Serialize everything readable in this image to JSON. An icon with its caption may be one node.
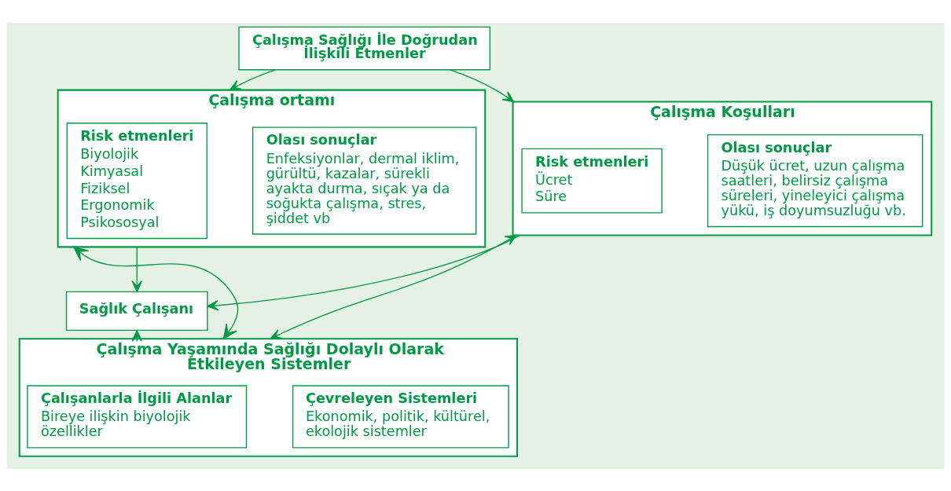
{
  "diagram": {
    "nodes": [
      {
        "text": [
          "Çalışma ortamı"
        ]
      },
      {
        "text": [
          "Risk etmenleri",
          "Biyolojik",
          "Kimyasal",
          "Fiziksel",
          "Ergonomik",
          "Psikososyal"
        ],
        "in": 0
      },
      {
        "text": [
          "Olası sonuçlar",
          "Enfeksiyonlar, dermal iklim, gürültü, kazalar, sürekli ayakta durma, sıçak ya da soğukta çalışma, stres, şiddet vb"
        ],
        "in": 0
      },
      {
        "text": [
          "Çalışma Sağlığı İle Doğrudan İlişkili Etmenler"
        ]
      },
      {
        "text": [
          "Çalışma Koşulları"
        ]
      },
      {
        "text": [
          "Risk etmenleri",
          "Ücret",
          "Süre"
        ],
        "in": 4
      },
      {
        "text": [
          "Olası sonuçlar",
          "Düşük ücret, uzun çalışma saatleri, belirsiz çalışma süreleri, yineleyici çalışma yükü, iş doyumsuzluğu vb."
        ],
        "in": 4
      },
      {
        "text": [
          "Sağlık Çalışanı"
        ]
      },
      {
        "text": [
          "Çalışma Yaşamında Sağlığı Dolaylı Olarak Etkileyen Sistemler"
        ]
      },
      {
        "text": [
          "Çalışanlarla İlgili Alanlar",
          "Bireye ilişkin biyolojik özellikler"
        ],
        "in": 8
      },
      {
        "text": [
          "Çevreleyen Sistemleri",
          "Ekonomik, politik, kültürel, ekolojik sistemler"
        ],
        "in": 8
      }
    ],
    "edges": [
      {
        "from": 3,
        "to": 0,
        "arrow": "to"
      },
      {
        "from": 3,
        "to": 4,
        "arrow": "to"
      },
      {
        "from": 0,
        "to": 7,
        "arrow": "to"
      },
      {
        "from": 4,
        "to": 7,
        "arrow": "to"
      },
      {
        "from": 8,
        "to": 7,
        "arrow": "to"
      },
      {
        "from": 0,
        "to": 8,
        "arrow": "both"
      },
      {
        "from": 8,
        "to": 4,
        "arrow": "both"
      }
    ]
  }
}
